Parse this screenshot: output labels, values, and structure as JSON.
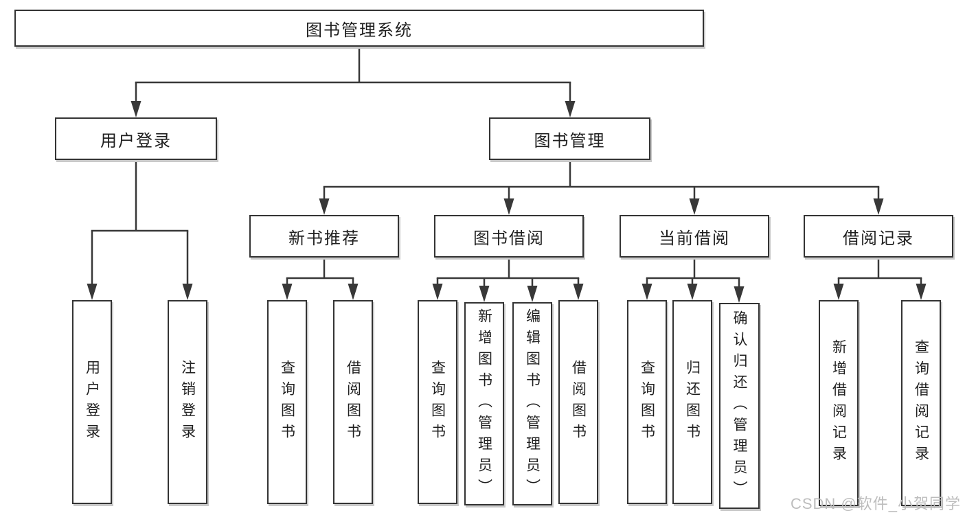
{
  "tree": {
    "root": {
      "label": "图书管理系统"
    },
    "children": [
      {
        "label": "用户登录",
        "children": [
          {
            "label": "用户登录"
          },
          {
            "label": "注销登录"
          }
        ]
      },
      {
        "label": "图书管理",
        "children": [
          {
            "label": "新书推荐",
            "children": [
              {
                "label": "查询图书"
              },
              {
                "label": "借阅图书"
              }
            ]
          },
          {
            "label": "图书借阅",
            "children": [
              {
                "label": "查询图书"
              },
              {
                "label": "新增图书（管理员）"
              },
              {
                "label": "编辑图书（管理员）"
              },
              {
                "label": "借阅图书"
              }
            ]
          },
          {
            "label": "当前借阅",
            "children": [
              {
                "label": "查询图书"
              },
              {
                "label": "归还图书"
              },
              {
                "label": "确认归还（管理员）"
              }
            ]
          },
          {
            "label": "借阅记录",
            "children": [
              {
                "label": "新增借阅记录"
              },
              {
                "label": "查询借阅记录"
              }
            ]
          }
        ]
      }
    ]
  },
  "watermark": {
    "text": "CSDN @软件_小贺同学"
  },
  "colors": {
    "line": "#383838",
    "box_border": "#333333",
    "box_background": "#ffffff",
    "text": "#1f1f1f",
    "watermark_text": "#bdbdbd",
    "page_background": "#ffffff"
  }
}
